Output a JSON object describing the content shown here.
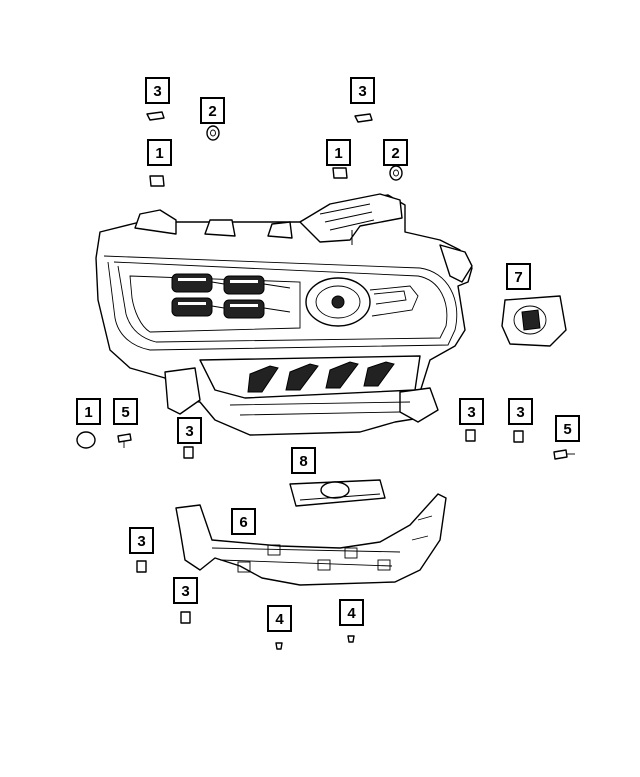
{
  "diagram": {
    "callouts": [
      "3",
      "2",
      "3",
      "1",
      "1",
      "2",
      "7",
      "1",
      "5",
      "3",
      "3",
      "3",
      "5",
      "8",
      "6",
      "3",
      "3",
      "4",
      "4"
    ]
  }
}
